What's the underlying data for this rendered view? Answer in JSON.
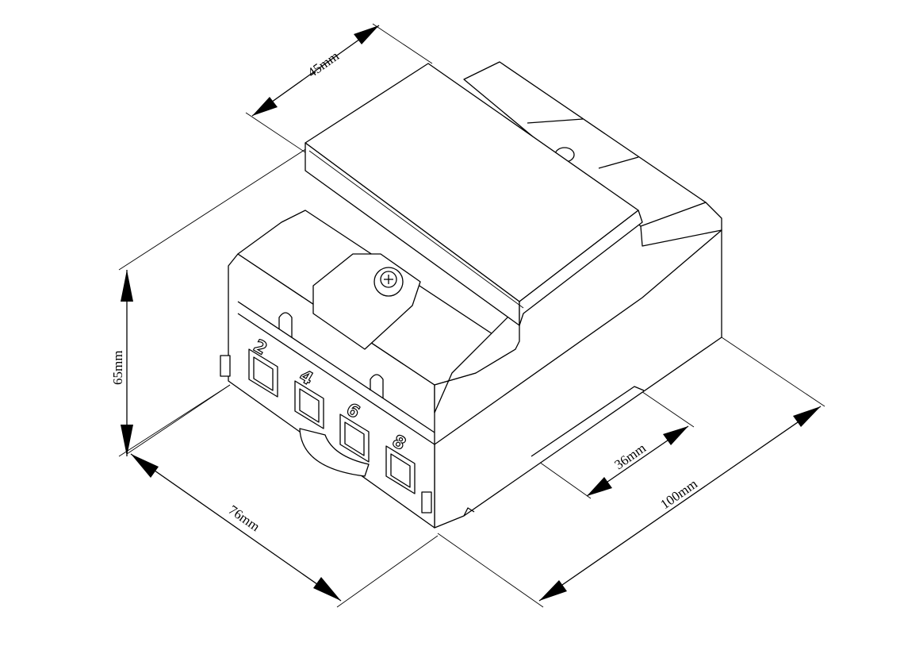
{
  "dimensions": {
    "depth_top": "45mm",
    "height": "65mm",
    "width": "76mm",
    "length": "100mm",
    "rail_slot": "36mm"
  },
  "terminals": [
    "2",
    "4",
    "6",
    "8"
  ]
}
